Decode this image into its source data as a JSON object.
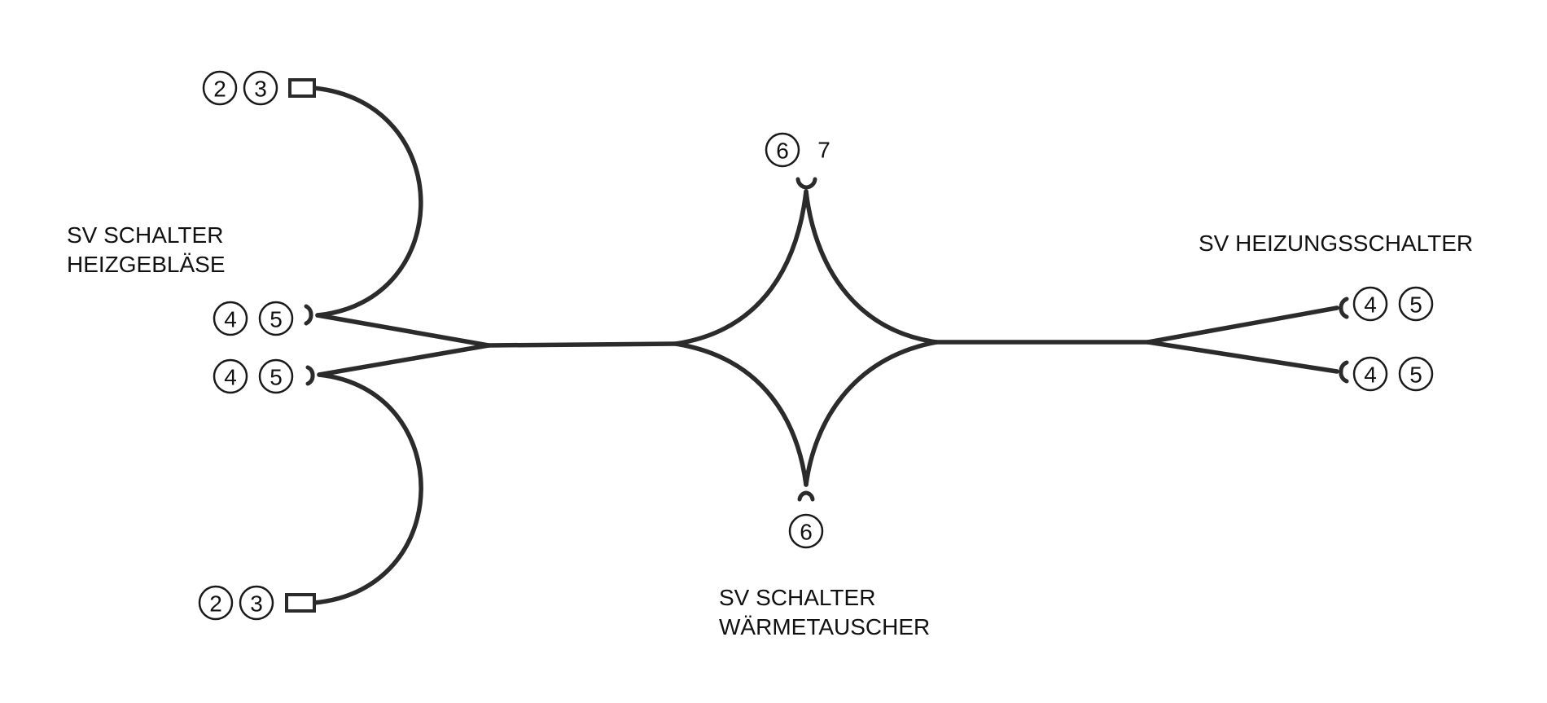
{
  "labels": {
    "left_title_line1": "SV SCHALTER",
    "left_title_line2": "HEIZGEBLÄSE",
    "right_title": "SV HEIZUNGSSCHALTER",
    "bottom_title_line1": "SV SCHALTER",
    "bottom_title_line2": "WÄRMETAUSCHER"
  },
  "connectors": {
    "top_left": [
      "2",
      "3"
    ],
    "mid_left_upper": [
      "4",
      "5"
    ],
    "mid_left_lower": [
      "4",
      "5"
    ],
    "bottom_left": [
      "2",
      "3"
    ],
    "center_top": [
      "6"
    ],
    "center_top_extra": "7",
    "center_bottom": [
      "6"
    ],
    "right_upper": [
      "4",
      "5"
    ],
    "right_lower": [
      "4",
      "5"
    ]
  }
}
